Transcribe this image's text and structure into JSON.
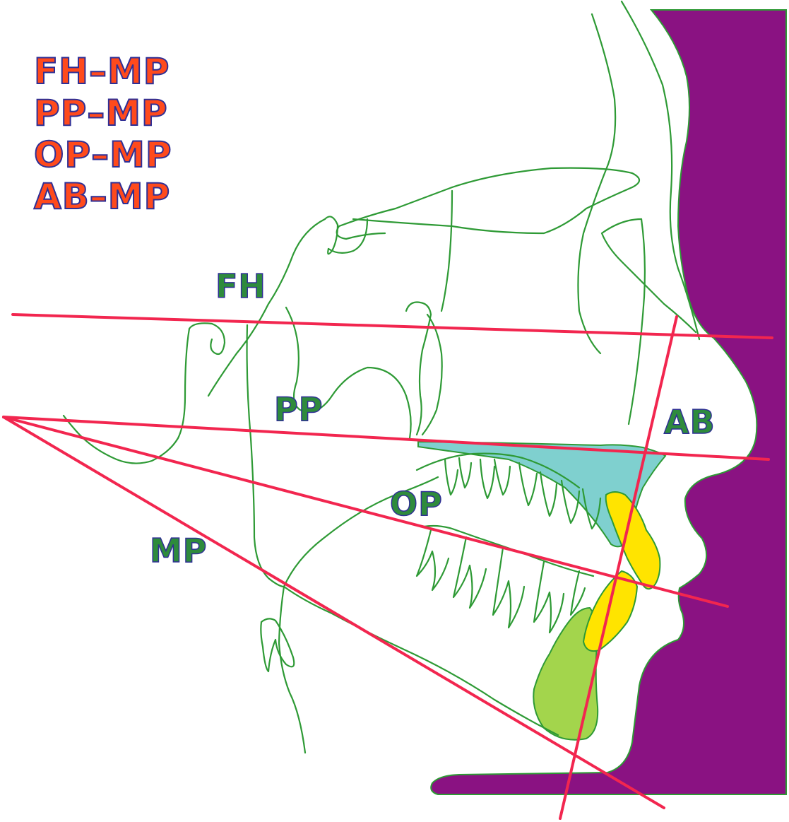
{
  "legend": {
    "items": [
      "FH–MP",
      "PP–MP",
      "OP–MP",
      "AB–MP"
    ]
  },
  "plane_labels": {
    "fh": "FH",
    "pp": "PP",
    "op": "OP",
    "ab": "AB",
    "mp": "MP"
  },
  "colors": {
    "soft_tissue_profile": "#8a1282",
    "reference_lines": "#f2264f",
    "outline": "#2e9a35",
    "maxilla_region": "#7fd0cf",
    "incisors": "#ffe400",
    "symphysis": "#a3d54c",
    "legend_text": "#ff4a1c",
    "label_text": "#2e8b3c",
    "label_stroke": "#2f2f95"
  }
}
